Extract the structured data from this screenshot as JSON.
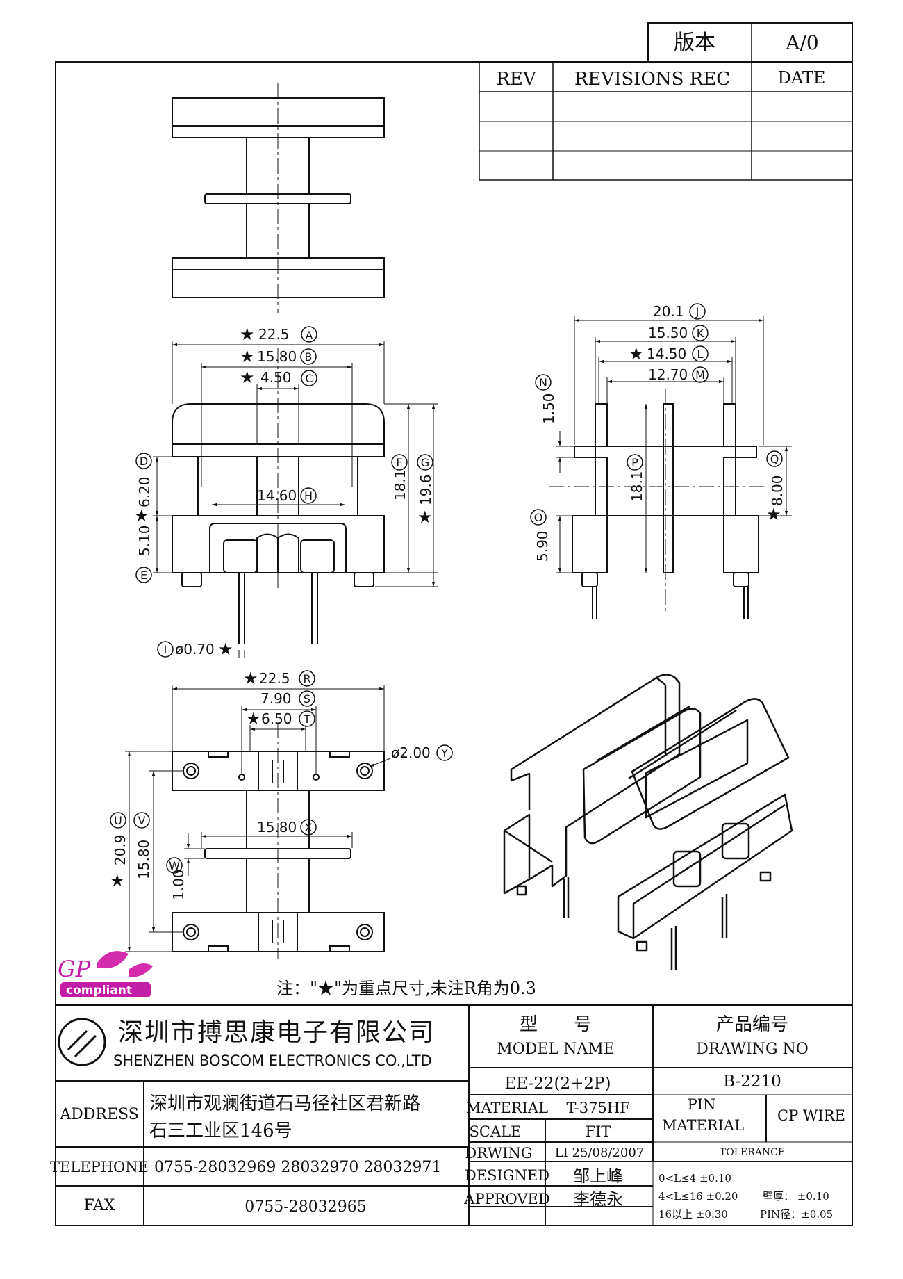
{
  "revision": {
    "label": "版本",
    "value": "A/0"
  },
  "revisions_table": {
    "headers": [
      "REV",
      "REVISIONS REC",
      "DATE"
    ]
  },
  "dims": {
    "A": {
      "v": "22.5",
      "letter": "A"
    },
    "B": {
      "v": "15.80",
      "letter": "B"
    },
    "C": {
      "v": "4.50",
      "letter": "C"
    },
    "D": {
      "v": "6.20",
      "letter": "D"
    },
    "E": {
      "v": "5.10",
      "letter": "E"
    },
    "F": {
      "v": "18.1",
      "letter": "F"
    },
    "G": {
      "v": "19.6",
      "letter": "G"
    },
    "H": {
      "v": "14.60",
      "letter": "H"
    },
    "I": {
      "v": "ø0.70",
      "letter": "I"
    },
    "J": {
      "v": "20.1",
      "letter": "J"
    },
    "K": {
      "v": "15.50",
      "letter": "K"
    },
    "L": {
      "v": "14.50",
      "letter": "L"
    },
    "M": {
      "v": "12.70",
      "letter": "M"
    },
    "N": {
      "v": "1.50",
      "letter": "N"
    },
    "O": {
      "v": "5.90",
      "letter": "O"
    },
    "P": {
      "v": "18.1",
      "letter": "P"
    },
    "Q": {
      "v": "8.00",
      "letter": "Q"
    },
    "R": {
      "v": "22.5",
      "letter": "R"
    },
    "S": {
      "v": "7.90",
      "letter": "S"
    },
    "T": {
      "v": "6.50",
      "letter": "T"
    },
    "U": {
      "v": "20.9",
      "letter": "U"
    },
    "V": {
      "v": "15.80",
      "letter": "V"
    },
    "W": {
      "v": "1.00",
      "letter": "W"
    },
    "X": {
      "v": "15.80",
      "letter": "X"
    },
    "Y": {
      "v": "ø2.00",
      "letter": "Y"
    }
  },
  "star": "★",
  "logo": {
    "gp": "GP",
    "compliant": "compliant"
  },
  "note": "注：\"★\"为重点尺寸,未注R角为0.3",
  "company": {
    "name_cn": "深圳市搏思康电子有限公司",
    "name_en": "SHENZHEN BOSCOM ELECTRONICS CO.,LTD"
  },
  "model": {
    "label_cn": "型　　号",
    "label_en": "MODEL NAME",
    "value": "EE-22(2+2P)"
  },
  "drawing": {
    "label_cn": "产品编号",
    "label_en": "DRAWING NO",
    "value": "B-2210"
  },
  "address": {
    "label": "ADDRESS",
    "line1": "深圳市观澜街道石马径社区君新路",
    "line2": "石三工业区146号"
  },
  "telephone": {
    "label": "TELEPHONE",
    "value": "0755-28032969 28032970 28032971"
  },
  "fax": {
    "label": "FAX",
    "value": "0755-28032965"
  },
  "material": {
    "label": "MATERIAL",
    "value": "T-375HF"
  },
  "scale": {
    "label": "SCALE",
    "value": "FIT"
  },
  "drwing": {
    "label": "DRWING",
    "value": "LI 25/08/2007"
  },
  "designed": {
    "label": "DESIGNED",
    "value": "邹上峰"
  },
  "approved": {
    "label": "APPROVED",
    "value": "李德永"
  },
  "pin": {
    "label1": "PIN",
    "label2": "MATERIAL",
    "value": "CP WIRE"
  },
  "tolerance": {
    "label": "TOLERANCE",
    "row1": "0<L≤4  ±0.10",
    "row2": "4<L≤16 ±0.20",
    "row2b": "壁厚： ±0.10",
    "row3": "16以上    ±0.30",
    "row3b": "PIN径：±0.05"
  }
}
